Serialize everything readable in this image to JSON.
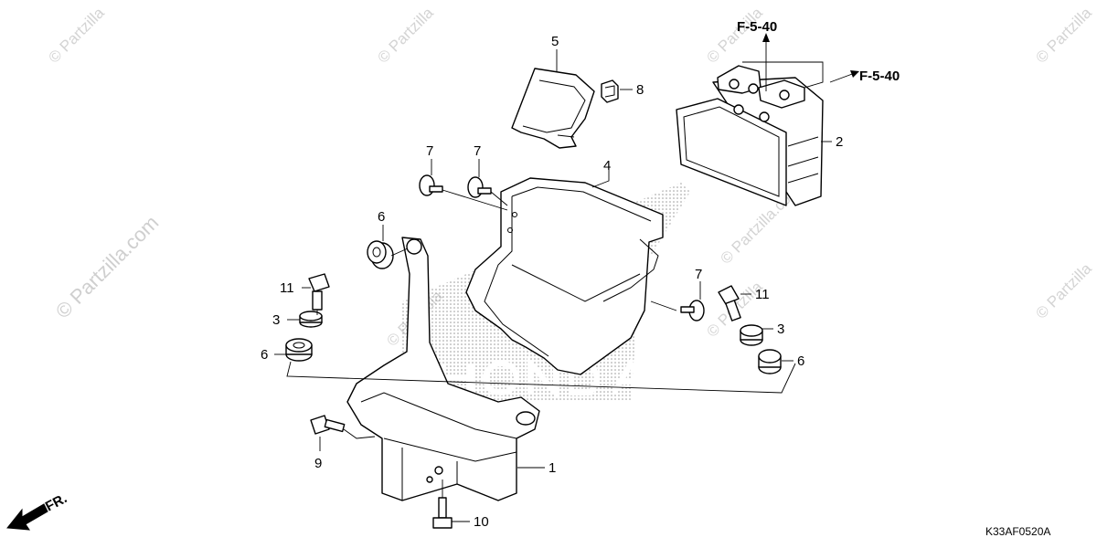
{
  "watermark": {
    "text": "© Partzilla",
    "text_large": "© Partzilla.com",
    "color": "#d4d4d4"
  },
  "callouts": [
    {
      "id": "c5",
      "text": "5"
    },
    {
      "id": "c8",
      "text": "8"
    },
    {
      "id": "c2",
      "text": "2"
    },
    {
      "id": "c4",
      "text": "4"
    },
    {
      "id": "c7a",
      "text": "7"
    },
    {
      "id": "c7b",
      "text": "7"
    },
    {
      "id": "c7c",
      "text": "7"
    },
    {
      "id": "c6a",
      "text": "6"
    },
    {
      "id": "c6b",
      "text": "6"
    },
    {
      "id": "c6c",
      "text": "6"
    },
    {
      "id": "c11a",
      "text": "11"
    },
    {
      "id": "c11b",
      "text": "11"
    },
    {
      "id": "c3a",
      "text": "3"
    },
    {
      "id": "c3b",
      "text": "3"
    },
    {
      "id": "c1",
      "text": "1"
    },
    {
      "id": "c9",
      "text": "9"
    },
    {
      "id": "c10",
      "text": "10"
    }
  ],
  "references": {
    "top": "F-5-40",
    "right": "F-5-40"
  },
  "front_indicator": "FR.",
  "diagram_code": "K33AF0520A"
}
